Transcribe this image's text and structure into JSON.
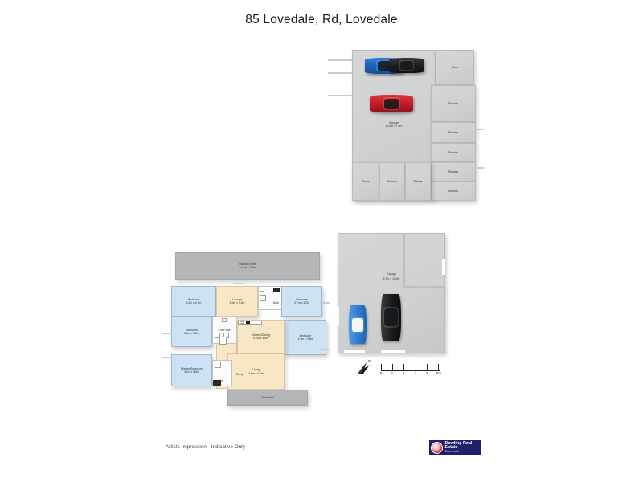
{
  "title": "85 Lovedale, Rd, Lovedale",
  "footer": {
    "disclaimer": "Artists Impression - Indicative Only",
    "logo_name": "Dowling Real Estate",
    "logo_sub": "Greenock"
  },
  "shed_upper": {
    "garage": {
      "label": "Garage",
      "dims": "11.6m x 7.6m"
    },
    "right_column": [
      {
        "label": "Store"
      },
      {
        "label": "Stables"
      },
      {
        "label": "Stables"
      },
      {
        "label": "Stables"
      },
      {
        "label": "Stables"
      },
      {
        "label": "Stables"
      }
    ],
    "bottom_row": [
      {
        "label": "Store"
      },
      {
        "label": "Stables"
      },
      {
        "label": "Stables"
      }
    ]
  },
  "shed_lower": {
    "garage": {
      "label": "Garage",
      "dims": "8.7m x 11.6m"
    }
  },
  "house": {
    "outdoor": {
      "label": "Outdoor Area",
      "dims": "16.3m x 3.0m"
    },
    "verandah": {
      "label": "Verandah"
    },
    "rooms": [
      {
        "label": "Bedroom",
        "dims": "3.2m x 4.1m"
      },
      {
        "label": "Bedroom",
        "dims": "3.6m x 3.6m"
      },
      {
        "label": "Master Bedroom",
        "dims": "4.2m x 3.6m"
      },
      {
        "label": "Bedroom",
        "dims": "4.7m x 3.2m"
      },
      {
        "label": "Bedroom",
        "dims": "4.3m x 3.8m"
      },
      {
        "label": "Lounge",
        "dims": "4.5m x 3.2m"
      },
      {
        "label": "Kitchen/Dining",
        "dims": "5.1m x 3.6m"
      },
      {
        "label": "Living",
        "dims": "3.6m x 6.1m"
      }
    ],
    "wet": {
      "bath": "Bath",
      "laundry_bath": "L'dry/ Bath",
      "ens": "Ens",
      "entry": "Entry"
    }
  },
  "scale": {
    "ticks": [
      "0",
      "1",
      "2",
      "3",
      "4",
      "5m"
    ],
    "north_label": "N"
  },
  "colors": {
    "bedroom": "#cfe2f3",
    "living": "#f7e7c4",
    "outdoor": "#b3b5b6",
    "shed": "#cfd1d2",
    "logo": "#1f1f6b"
  }
}
